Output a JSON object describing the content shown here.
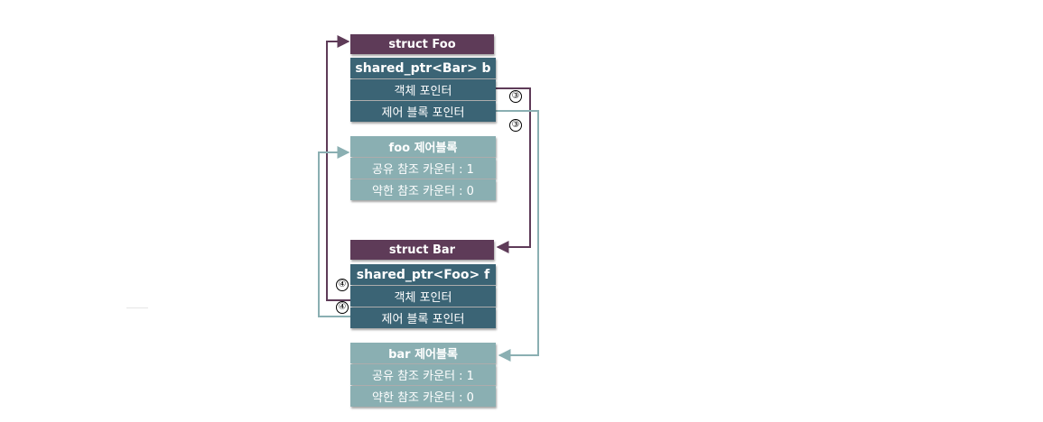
{
  "colors": {
    "struct_header": "#5e3b58",
    "pointer_row": "#3b6475",
    "control_block": "#8aafb2",
    "arrow_object": "#5e3b58",
    "arrow_control": "#8aafb2"
  },
  "foo": {
    "header": "struct Foo",
    "pointer": "shared_ptr<Bar>  b",
    "object_pointer": "객체 포인터",
    "control_pointer": "제어 블록 포인터"
  },
  "foo_block": {
    "title": "foo 제어블록",
    "shared_count": "공유 참조 카운터 : 1",
    "weak_count": "약한 참조 카운터 : 0"
  },
  "bar": {
    "header": "struct Bar",
    "pointer": "shared_ptr<Foo>  f",
    "object_pointer": "객체 포인터",
    "control_pointer": "제어 블록 포인터"
  },
  "bar_block": {
    "title": "bar 제어블록",
    "shared_count": "공유 참조 카운터 : 1",
    "weak_count": "약한 참조 카운터 : 0"
  },
  "markers": {
    "step3_object": "③",
    "step3_control": "③",
    "step4_object": "④",
    "step4_control": "④"
  }
}
